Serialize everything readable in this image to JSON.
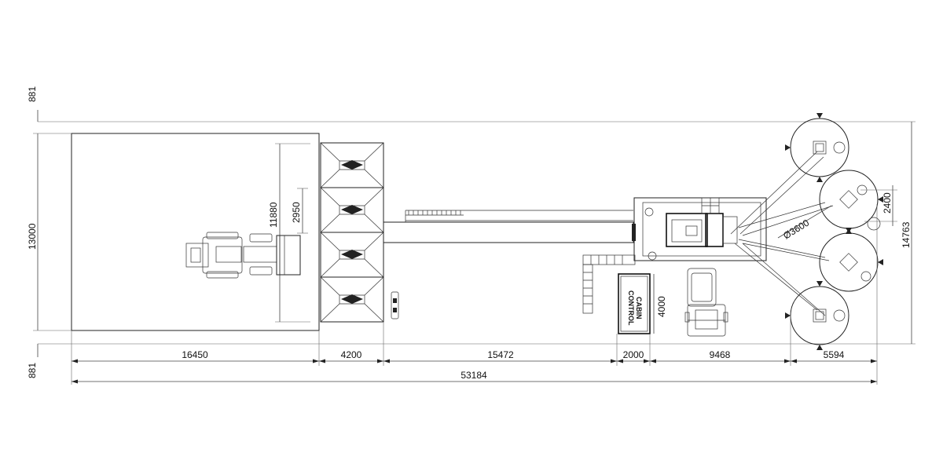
{
  "drawing": {
    "dimensions": {
      "bottom_segments": [
        "16450",
        "4200",
        "15472",
        "2000",
        "9468",
        "5594"
      ],
      "overall_length": "53184",
      "left_top_offset": "881",
      "left_height": "13000",
      "left_bottom_offset": "881",
      "right_height": "14763",
      "yard_inner_height": "11880",
      "hopper_opening": "2950",
      "silo_spacing": "2400",
      "silo_diameter": "Ø3600",
      "cabin_depth": "4000"
    },
    "labels": {
      "control_cabin_line1": "CONTROL",
      "control_cabin_line2": "CABIN"
    }
  }
}
